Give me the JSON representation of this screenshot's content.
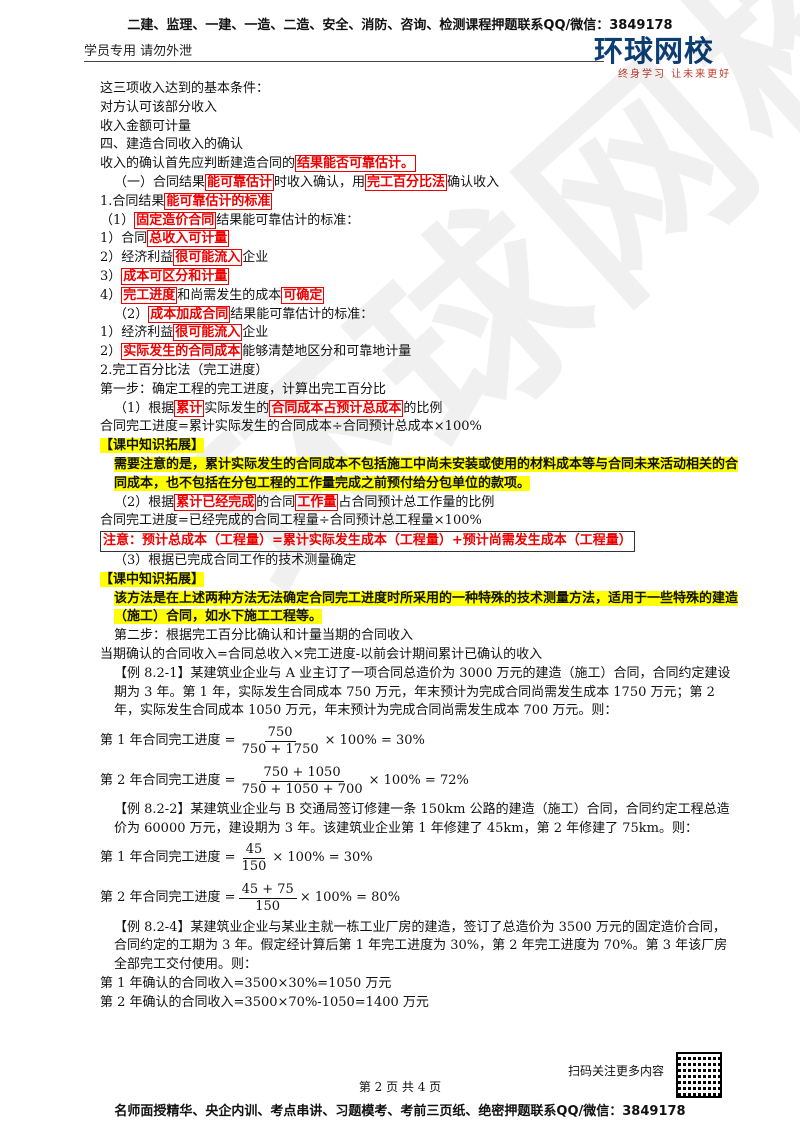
{
  "header": {
    "top": "二建、监理、一建、一造、二造、安全、消防、咨询、检测课程押题联系QQ/微信：3849178",
    "left": "学员专用 请勿外泄",
    "logo_main": "环球网校",
    "logo_sub": "终身学习 让未来更好"
  },
  "watermark": "环球网校",
  "lines": {
    "l1": "这三项收入达到的基本条件：",
    "l2": "对方认可该部分收入",
    "l3": "收入金额可计量",
    "l4": "四、建造合同收入的确认",
    "l5a": "收入的确认首先应判断建造合同的",
    "l5b": "结果能否可靠估计。",
    "l6a": "（一）合同结果",
    "l6b": "能可靠估计",
    "l6c": "时收入确认，用",
    "l6d": "完工百分比法",
    "l6e": "确认收入",
    "l7a": "1.合同结果",
    "l7b": "能可靠估计的标准",
    "l8a": "（1）",
    "l8b": "固定造价合同",
    "l8c": "结果能可靠估计的标准：",
    "l9a": "1）合同",
    "l9b": "总收入可计量",
    "l10a": "2）经济利益",
    "l10b": "很可能流入",
    "l10c": "企业",
    "l11a": "3）",
    "l11b": "成本可区分和计量",
    "l12a": "4）",
    "l12b": "完工进度",
    "l12c": "和尚需发生的成本",
    "l12d": "可确定",
    "l13a": "（2）",
    "l13b": "成本加成合同",
    "l13c": "结果能可靠估计的标准：",
    "l14a": "1）经济利益",
    "l14b": "很可能流入",
    "l14c": "企业",
    "l15a": "2）",
    "l15b": "实际发生的合同成本",
    "l15c": "能够清楚地区分和可靠地计量",
    "l16": "2.完工百分比法（完工进度）",
    "l17": "第一步：确定工程的完工进度，计算出完工百分比",
    "l18a": "（1）根据",
    "l18b": "累计",
    "l18c": "实际发生的",
    "l18d": "合同成本占预计总成本",
    "l18e": "的比例",
    "l19": "合同完工进度=累计实际发生的合同成本÷合同预计总成本×100%",
    "l20": "【课中知识拓展】",
    "l21": "需要注意的是，累计实际发生的合同成本不包括施工中尚未安装或使用的材料成本等与合同未来活动相关的合同成本，也不包括在分包工程的工作量完成之前预付给分包单位的款项。",
    "l22a": "（2）根据",
    "l22b": "累计已经完成",
    "l22c": "的合同",
    "l22d": "工作量",
    "l22e": "占合同预计总工作量的比例",
    "l23": "合同完工进度=已经完成的合同工程量÷合同预计总工程量×100%",
    "l24": "注意：预计总成本（工程量）=累计实际发生成本（工程量）+预计尚需发生成本（工程量）",
    "l25": "（3）根据已完成合同工作的技术测量确定",
    "l26": "【课中知识拓展】",
    "l27": "该方法是在上述两种方法无法确定合同完工进度时所采用的一种特殊的技术测量方法，适用于一些特殊的建造（施工）合同，如水下施工工程等。",
    "l28": "第二步：根据完工百分比确认和计量当期的合同收入",
    "l29": "当期确认的合同收入=合同总收入×完工进度-以前会计期间累计已确认的收入",
    "ex1": "【例 8.2-1】某建筑业企业与 A 业主订了一项合同总造价为 3000 万元的建造（施工）合同，合同约定建设期为 3 年。第 1 年，实际发生合同成本 750 万元，年末预计为完成合同尚需发生成本 1750 万元；第 2 年，实际发生合同成本 1050 万元，年末预计为完成合同尚需发生成本 700 万元。则：",
    "ex2": "【例 8.2-2】某建筑业企业与 B 交通局签订修建一条 150km 公路的建造（施工）合同，合同约定工程总造价为 60000 万元，建设期为 3 年。该建筑业企业第 1 年修建了 45km，第 2 年修建了 75km。则：",
    "ex3": "【例 8.2-4】某建筑业企业与某业主就一栋工业厂房的建造，签订了总造价为 3500 万元的固定造价合同，合同约定的工期为 3 年。假定经计算后第 1 年完工进度为 30%，第 2 年完工进度为 70%。第 3 年该厂房全部完工交付使用。则：",
    "r1": "第 1 年确认的合同收入=3500×30%=1050 万元",
    "r2": "第 2 年确认的合同收入=3500×70%-1050=1400 万元"
  },
  "formulas": {
    "f1": {
      "pre": "第 1 年合同完工进度 =",
      "num": "750",
      "den": "750 + 1750",
      "post": "× 100% = 30%"
    },
    "f2": {
      "pre": "第 2 年合同完工进度 =",
      "num": "750 + 1050",
      "den": "750 + 1050 + 700",
      "post": "× 100% = 72%"
    },
    "f3": {
      "pre": "第 1 年合同完工进度 =",
      "num": "45",
      "den": "150",
      "post": "× 100% = 30%"
    },
    "f4": {
      "pre": "第 2 年合同完工进度 =",
      "num": "45 + 75",
      "den": "150",
      "post": "× 100% = 80%"
    }
  },
  "footer": {
    "scan": "扫码关注更多内容",
    "page": "第 2 页 共 4 页",
    "bottom": "名师面授精华、央企内训、考点串讲、习题模考、考前三页纸、绝密押题联系QQ/微信：3849178"
  }
}
